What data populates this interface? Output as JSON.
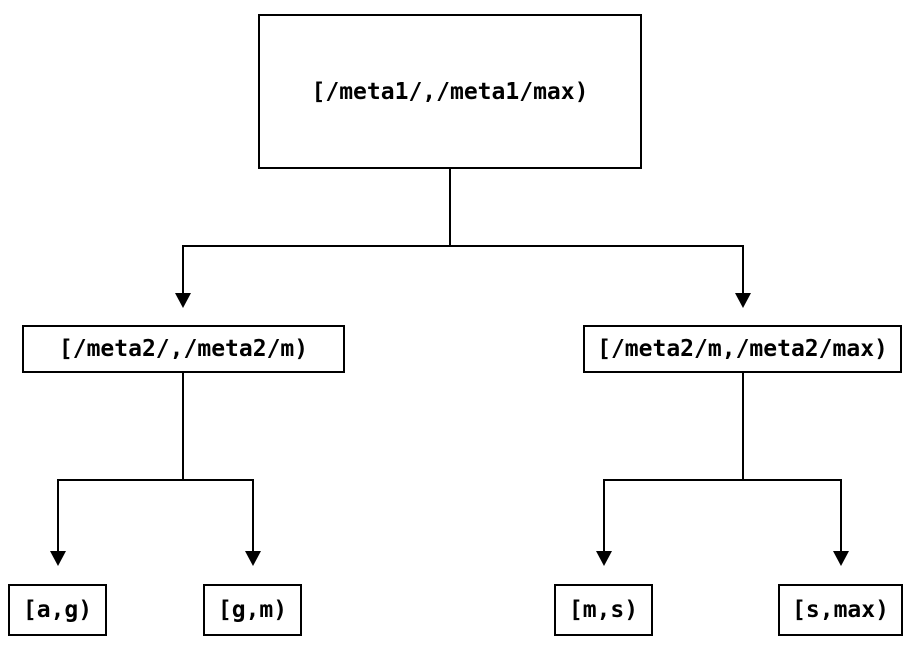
{
  "diagram": {
    "type": "tree",
    "colors": {
      "background": "#ffffff",
      "line": "#000000",
      "text": "#000000"
    },
    "nodes": {
      "root": "[/meta1/,/meta1/max)",
      "left_child": "[/meta2/,/meta2/m)",
      "right_child": "[/meta2/m,/meta2/max)",
      "leaf_ag": "[a,g)",
      "leaf_gm": "[g,m)",
      "leaf_ms": "[m,s)",
      "leaf_smax": "[s,max)"
    },
    "edges": [
      {
        "from": "root",
        "to": "left_child"
      },
      {
        "from": "root",
        "to": "right_child"
      },
      {
        "from": "left_child",
        "to": "leaf_ag"
      },
      {
        "from": "left_child",
        "to": "leaf_gm"
      },
      {
        "from": "right_child",
        "to": "leaf_ms"
      },
      {
        "from": "right_child",
        "to": "leaf_smax"
      }
    ]
  }
}
